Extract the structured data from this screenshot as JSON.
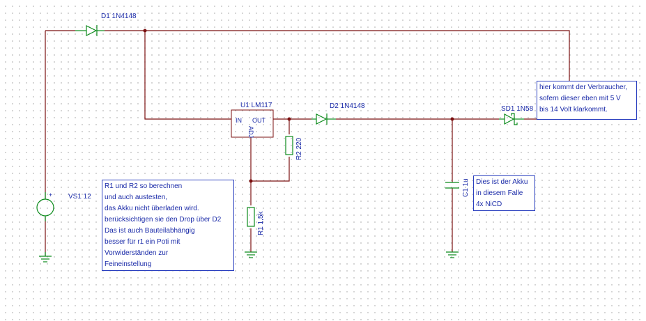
{
  "components": {
    "d1": "D1 1N4148",
    "u1": "U1 LM117",
    "u1_pin_in": "IN",
    "u1_pin_out": "OUT",
    "u1_pin_adj": "ADJ",
    "d2": "D2 1N4148",
    "sd1": "SD1 1N58",
    "r2": "R2 220",
    "r1": "R1 1,5k",
    "c1": "C1 1u",
    "vs1": "VS1 12",
    "vs1_plus": "+"
  },
  "notes": {
    "consumer": [
      "hier kommt der Verbraucher,",
      "sofern dieser eben mit 5 V",
      "bis 14 Volt klarkommt."
    ],
    "battery": [
      "Dies ist der Akku",
      "in diesem Falle",
      "4x NiCD"
    ],
    "resistors": [
      "R1 und R2 so berechnen",
      "und auch austesten,",
      "das Akku nicht überladen wird.",
      "berücksichtigen sie den Drop über D2",
      "Das ist auch Bauteilabhängig",
      "besser für r1 ein Poti mit",
      "Vorwiderständen zur",
      "Feineinstellung"
    ]
  },
  "colors": {
    "wire": "#7b1010",
    "component": "#0a8a1a",
    "text": "#1a2aa8"
  }
}
